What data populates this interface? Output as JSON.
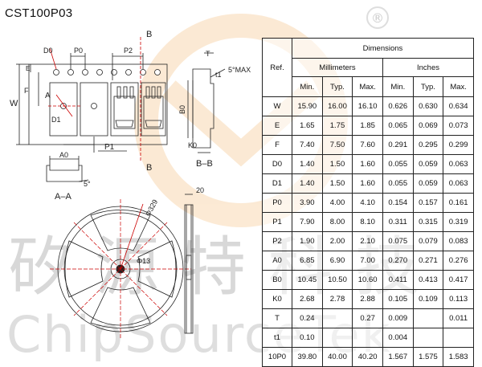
{
  "part_number": "CST100P03",
  "watermark": {
    "cn_text": "矽源特科技",
    "en_text": "ChipSourceTek",
    "registered_mark": "®"
  },
  "drawing_labels": {
    "d0": "D0",
    "p0": "P0",
    "p2": "P2",
    "b_top": "B",
    "b_bottom": "B",
    "e": "E",
    "w": "W",
    "f": "F",
    "a": "A",
    "d1": "D1",
    "p1": "P1",
    "t": "T",
    "max5": "5°MAX",
    "t1": "t1",
    "b0": "B0",
    "k0": "K0",
    "section_bb": "B–B",
    "a0": "A0",
    "angle5": "5°",
    "section_aa": "A–A",
    "reel_outer": "Φ329",
    "reel_hub": "Φ13",
    "reel_width": "20"
  },
  "table": {
    "ref_header": "Ref.",
    "dimensions_header": "Dimensions",
    "mm_header": "Millimeters",
    "in_header": "Inches",
    "sub_headers": [
      "Min.",
      "Typ.",
      "Max.",
      "Min.",
      "Typ.",
      "Max."
    ],
    "rows": [
      {
        "ref": "W",
        "vals": [
          "15.90",
          "16.00",
          "16.10",
          "0.626",
          "0.630",
          "0.634"
        ]
      },
      {
        "ref": "E",
        "vals": [
          "1.65",
          "1.75",
          "1.85",
          "0.065",
          "0.069",
          "0.073"
        ]
      },
      {
        "ref": "F",
        "vals": [
          "7.40",
          "7.50",
          "7.60",
          "0.291",
          "0.295",
          "0.299"
        ]
      },
      {
        "ref": "D0",
        "vals": [
          "1.40",
          "1.50",
          "1.60",
          "0.055",
          "0.059",
          "0.063"
        ]
      },
      {
        "ref": "D1",
        "vals": [
          "1.40",
          "1.50",
          "1.60",
          "0.055",
          "0.059",
          "0.063"
        ]
      },
      {
        "ref": "P0",
        "vals": [
          "3.90",
          "4.00",
          "4.10",
          "0.154",
          "0.157",
          "0.161"
        ]
      },
      {
        "ref": "P1",
        "vals": [
          "7.90",
          "8.00",
          "8.10",
          "0.311",
          "0.315",
          "0.319"
        ]
      },
      {
        "ref": "P2",
        "vals": [
          "1.90",
          "2.00",
          "2.10",
          "0.075",
          "0.079",
          "0.083"
        ]
      },
      {
        "ref": "A0",
        "vals": [
          "6.85",
          "6.90",
          "7.00",
          "0.270",
          "0.271",
          "0.276"
        ]
      },
      {
        "ref": "B0",
        "vals": [
          "10.45",
          "10.50",
          "10.60",
          "0.411",
          "0.413",
          "0.417"
        ]
      },
      {
        "ref": "K0",
        "vals": [
          "2.68",
          "2.78",
          "2.88",
          "0.105",
          "0.109",
          "0.113"
        ]
      },
      {
        "ref": "T",
        "vals": [
          "0.24",
          "",
          "0.27",
          "0.009",
          "",
          "0.011"
        ]
      },
      {
        "ref": "t1",
        "vals": [
          "0.10",
          "",
          "",
          "0.004",
          "",
          ""
        ]
      },
      {
        "ref": "10P0",
        "vals": [
          "39.80",
          "40.00",
          "40.20",
          "1.567",
          "1.575",
          "1.583"
        ]
      }
    ]
  }
}
